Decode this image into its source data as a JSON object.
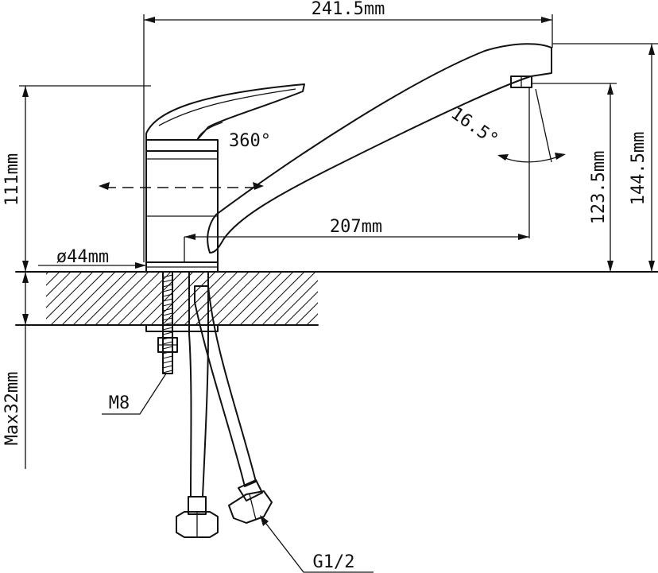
{
  "colors": {
    "ink": "#111111",
    "paper": "#ffffff"
  },
  "dimensions": {
    "overall_length": "241.5mm",
    "spout_reach": "207mm",
    "total_height": "144.5mm",
    "outlet_height": "123.5mm",
    "lever_height": "111mm",
    "base_diameter": "ø44mm",
    "max_counter_thickness": "Max32mm",
    "spout_angle": "16.5°",
    "swivel_angle": "360°"
  },
  "callouts": {
    "stud_thread": "M8",
    "hose_thread": "G1/2"
  }
}
